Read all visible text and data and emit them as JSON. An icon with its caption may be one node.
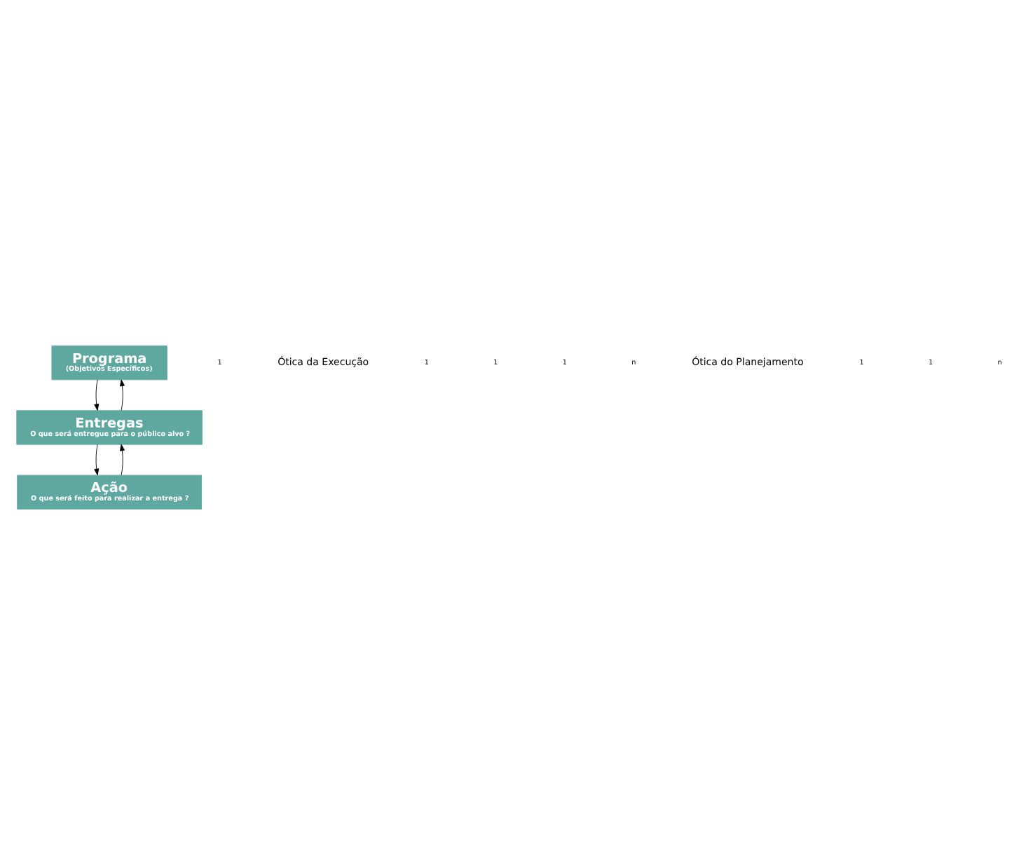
{
  "diagram": {
    "nodes": [
      {
        "text": [
          "Programa",
          "(Objetivos Específicos)"
        ]
      },
      {
        "text": [
          "Entregas",
          "O que será entregue para o público alvo ?"
        ]
      },
      {
        "text": [
          "Ação",
          "O que será feito para realizar a entrega ?"
        ]
      }
    ],
    "edges": [
      {
        "from": 0,
        "to": 1,
        "arrow": "to"
      },
      {
        "from": 1,
        "to": 0,
        "arrow": "to"
      },
      {
        "from": 1,
        "to": 2,
        "arrow": "to"
      },
      {
        "from": 2,
        "to": 1,
        "arrow": "to"
      }
    ],
    "labels": [
      "1",
      "Ótica da Execução",
      "1",
      "1",
      "1",
      "n",
      "Ótica do Planejamento",
      "1",
      "1",
      "n"
    ]
  }
}
